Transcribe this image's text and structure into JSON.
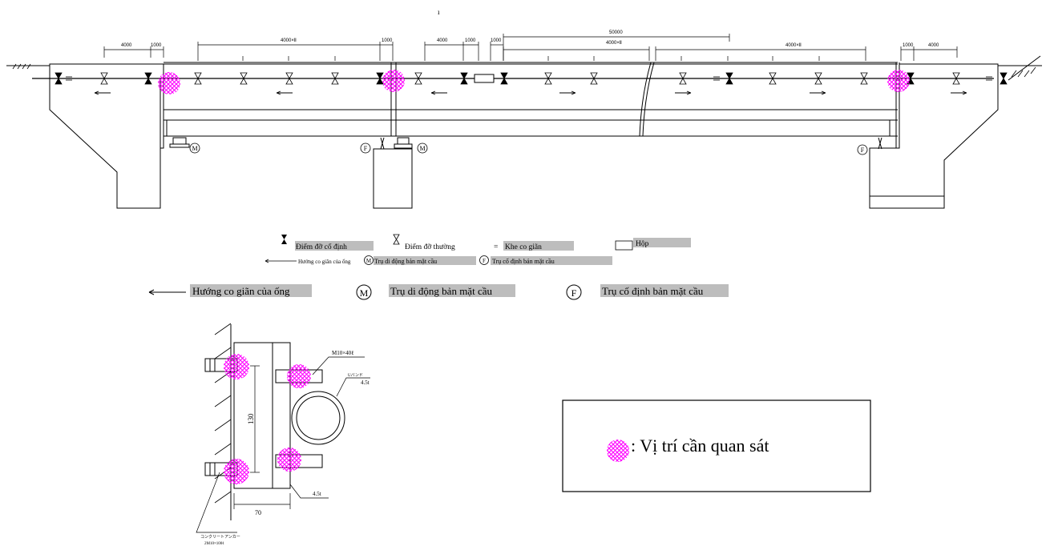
{
  "colors": {
    "observation_hatch": "#ff00ff",
    "label_highlight": "#bdbdbd",
    "line": "#000000"
  },
  "bridge": {
    "top_marks": [
      "ı"
    ],
    "dimensions": [
      {
        "label": "4000"
      },
      {
        "label": "1000"
      },
      {
        "label": "4000×Ⅱ"
      },
      {
        "label": "1000"
      },
      {
        "label": "4000"
      },
      {
        "label": "1000"
      },
      {
        "label": "1000"
      },
      {
        "label": "50000"
      },
      {
        "label": "4000×Ⅱ"
      },
      {
        "label": "4000×Ⅱ"
      },
      {
        "label": "1000"
      },
      {
        "label": "4000"
      }
    ],
    "pier_labels": [
      {
        "label": "M"
      },
      {
        "label": "F"
      },
      {
        "label": "M"
      },
      {
        "label": "F"
      }
    ]
  },
  "legend_small": {
    "fixed_support": "Điểm đỡ cố định",
    "normal_support": "Điểm đỡ thường",
    "expansion_joint": "Khe co giãn",
    "box": "Hộp",
    "pipe_direction": "Hướng co giãn của ống",
    "movable_pier": "Trụ di động bản mặt cầu",
    "fixed_pier": "Trụ cố định bản mặt cầu",
    "joint_symbol": "=",
    "m_symbol": "M",
    "f_symbol": "F"
  },
  "legend_large": {
    "pipe_direction": "Hướng co giãn của ống",
    "movable_pier": "Trụ di động bản mặt cầu",
    "fixed_pier": "Trụ cố định bản mặt cầu",
    "m_symbol": "M",
    "f_symbol": "F"
  },
  "detail": {
    "bolt_spec": "M10×40ℓ",
    "band_label": "Uバンド",
    "band_thickness": "4.5t",
    "height_dim": "130",
    "plate_thickness": "4.5t",
    "width_dim": "70",
    "anchor_label": "コンクリートアンカー",
    "anchor_spec": "2M10×100ℓ"
  },
  "observation_box": {
    "label": ": Vị trí cần quan sát"
  }
}
